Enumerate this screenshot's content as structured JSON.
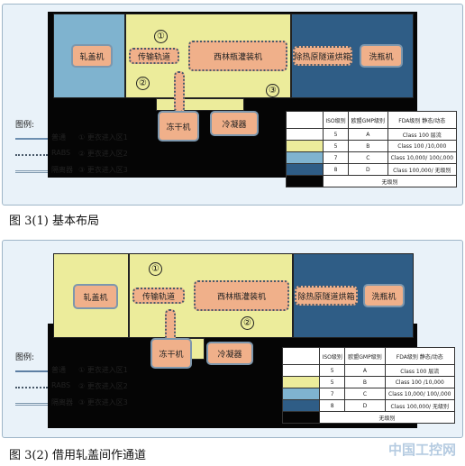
{
  "diagram1": {
    "rooms": {
      "capping": "轧盖机",
      "conveyor": "传输轨道",
      "filling": "西林瓶灌装机",
      "tunnel": "除热原隧道烘箱",
      "washer": "洗瓶机",
      "lyo": "冻干机",
      "condenser": "冷凝器"
    },
    "zone_markers": [
      "①",
      "②",
      "③"
    ],
    "legend": {
      "title": "图例:",
      "items": [
        {
          "line": "普通",
          "marker": "①",
          "zone": "更衣进入区1"
        },
        {
          "line": "RABS",
          "marker": "②",
          "zone": "更衣进入区2"
        },
        {
          "line": "隔离器",
          "marker": "③",
          "zone": "更衣进入区3"
        }
      ]
    },
    "caption": "图 3(1)  基本布局"
  },
  "diagram2": {
    "rooms": {
      "capping": "轧盖机",
      "conveyor": "传输轨道",
      "filling": "西林瓶灌装机",
      "tunnel": "除热原隧道烘箱",
      "washer": "洗瓶机",
      "lyo": "冻干机",
      "condenser": "冷凝器"
    },
    "zone_markers": [
      "①",
      "②"
    ],
    "legend": {
      "title": "图例:",
      "items": [
        {
          "line": "普通",
          "marker": "①",
          "zone": "更衣进入区1"
        },
        {
          "line": "RABS",
          "marker": "②",
          "zone": "更衣进入区2"
        },
        {
          "line": "隔离器",
          "marker": "③",
          "zone": "更衣进入区3"
        }
      ]
    },
    "caption": "图 3(2)  借用轧盖间作通道"
  },
  "class_table": {
    "headers": [
      "",
      "ISO级别",
      "欧盟GMP级别",
      "FDA级别 静态/动态"
    ],
    "rows": [
      {
        "color": "#ffffff",
        "iso": "5",
        "eu": "A",
        "fda": "Class 100 层流"
      },
      {
        "color": "#ecec9b",
        "iso": "5",
        "eu": "B",
        "fda": "Class 100 /10,000"
      },
      {
        "color": "#7fb3cf",
        "iso": "7",
        "eu": "C",
        "fda": "Class 10,000/ 100/,000"
      },
      {
        "color": "#2f5d86",
        "iso": "8",
        "eu": "D",
        "fda": "Class 100,000/ 无级别"
      },
      {
        "color": "#050505",
        "iso": "",
        "eu": "",
        "fda": "无级别"
      }
    ]
  },
  "colors": {
    "black_zone": "#050505",
    "grade_b": "#ecec9b",
    "grade_c": "#7fb3cf",
    "grade_d": "#2f5d86",
    "equipment": "#f0b08a"
  },
  "watermark": "中国工控网"
}
